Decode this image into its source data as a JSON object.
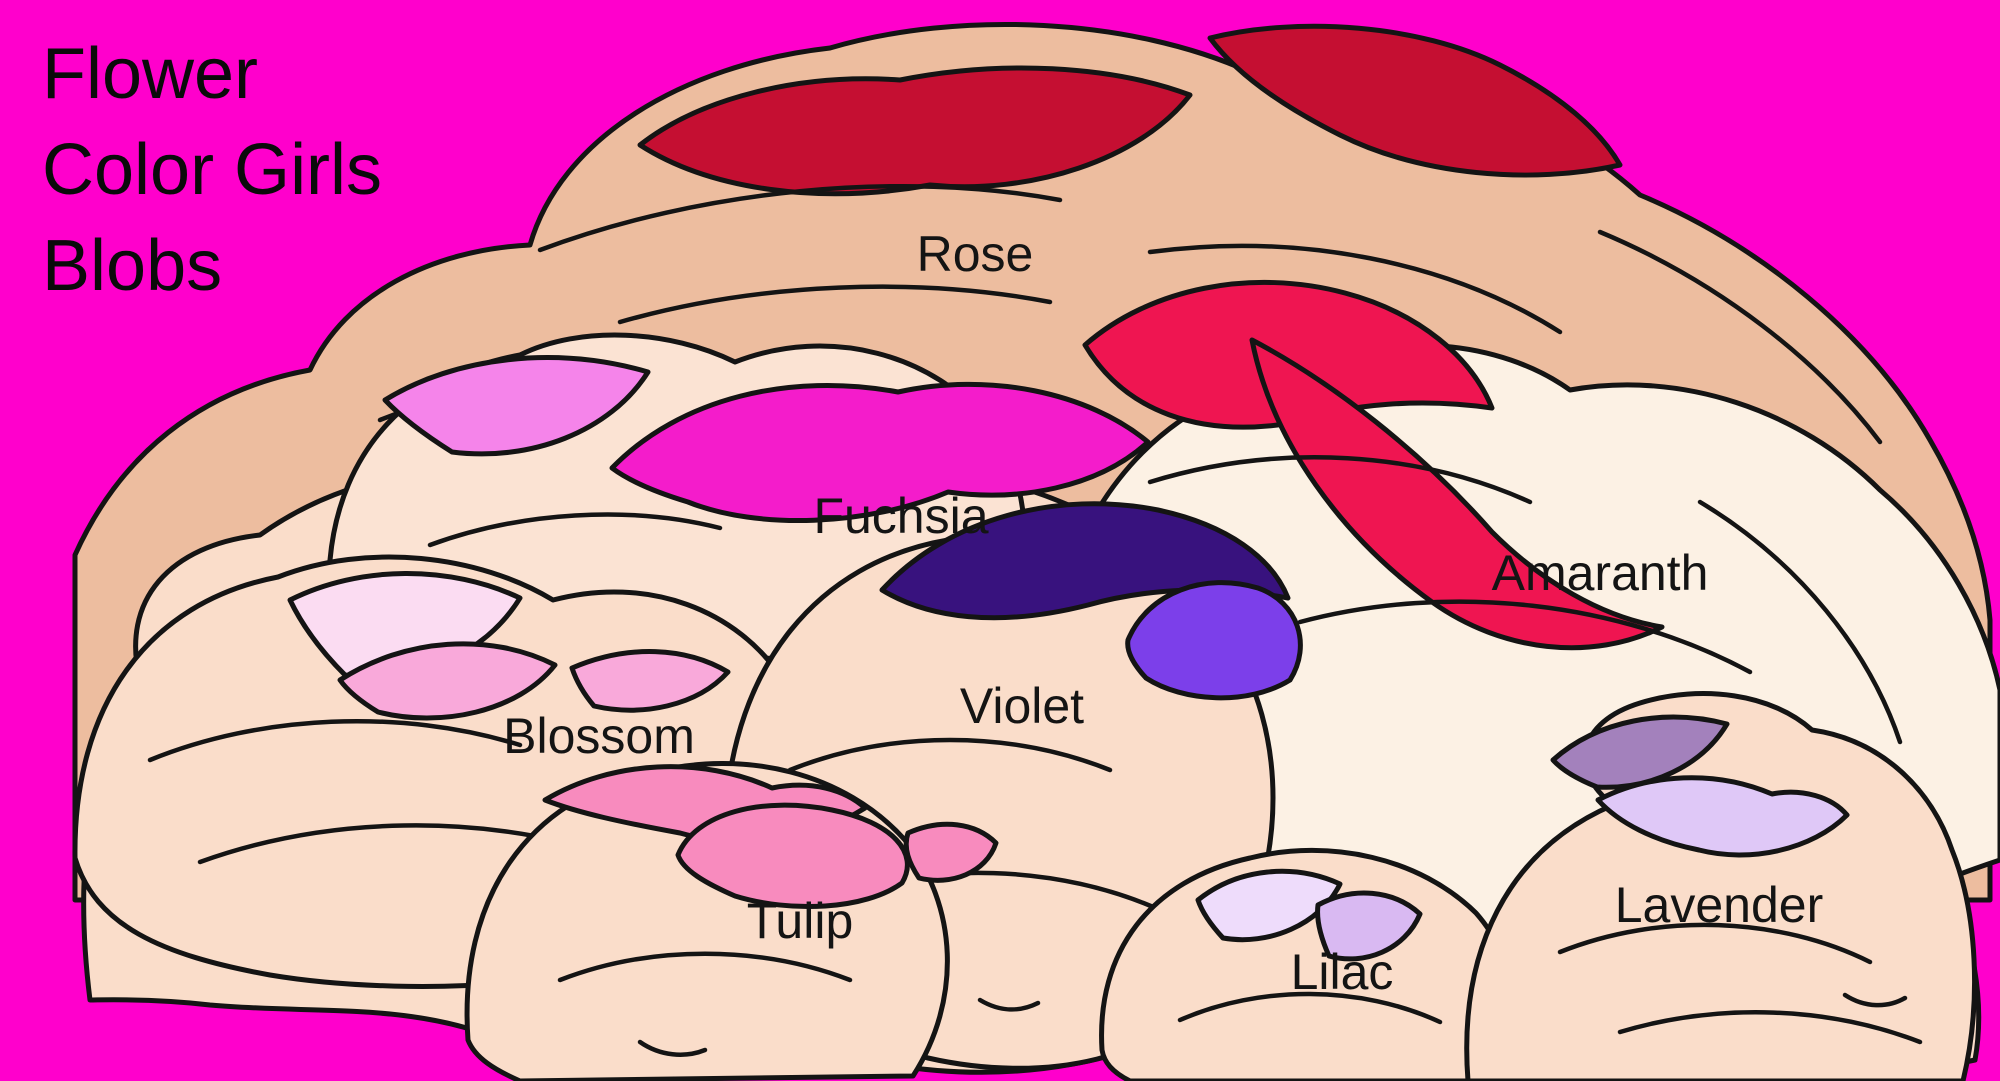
{
  "title": {
    "line1": "Flower",
    "line2": "Color Girls",
    "line3": "Blobs"
  },
  "background_color": "#FF00CC",
  "outline_color": "#141414",
  "base_skin": "#FADDCA",
  "blobs": [
    {
      "label": "Rose",
      "skin": "#EDBD9F",
      "accent": "#C50F32"
    },
    {
      "label": "Fuchsia",
      "skin": "#FBE3D3",
      "accent": "#F41CCB",
      "accent_light": "#F584EA"
    },
    {
      "label": "Amaranth",
      "skin": "#FCF1E4",
      "accent": "#EF1551"
    },
    {
      "label": "Blossom",
      "skin": "#FADDCA",
      "accent": "#F9A9DA",
      "accent_light": "#FBDCF2"
    },
    {
      "label": "Violet",
      "skin": "#FADDCA",
      "accent": "#7C3FEA",
      "accent_dark": "#38127E"
    },
    {
      "label": "Tulip",
      "skin": "#FADDCA",
      "accent": "#F88BBE"
    },
    {
      "label": "Lilac",
      "skin": "#FADDCA",
      "accent": "#D9B9F2",
      "accent_light": "#EEDCFB"
    },
    {
      "label": "Lavender",
      "skin": "#FADDCA",
      "accent": "#DFC8F7",
      "accent_dark": "#A381BC"
    }
  ]
}
